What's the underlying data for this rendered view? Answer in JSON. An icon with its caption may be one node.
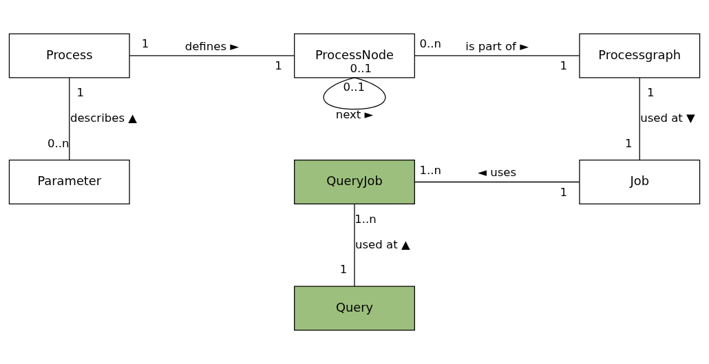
{
  "diagram": {
    "nodes": [
      {
        "text": [
          "Process"
        ]
      },
      {
        "text": [
          "ProcessNode"
        ]
      },
      {
        "text": [
          "Processgraph"
        ]
      },
      {
        "text": [
          "Parameter"
        ]
      },
      {
        "text": [
          "QueryJob"
        ]
      },
      {
        "text": [
          "Job"
        ]
      },
      {
        "text": [
          "Query"
        ]
      }
    ],
    "edges": [
      {
        "from": 0,
        "to": 1,
        "arrow": "none",
        "label": "defines ►"
      },
      {
        "from": 1,
        "to": 2,
        "arrow": "none",
        "label": "is part of ►"
      },
      {
        "from": 1,
        "to": 1,
        "arrow": "none",
        "label": "next ►"
      },
      {
        "from": 0,
        "to": 3,
        "arrow": "none",
        "label": "describes ▲"
      },
      {
        "from": 2,
        "to": 5,
        "arrow": "none",
        "label": "used at ▼"
      },
      {
        "from": 5,
        "to": 4,
        "arrow": "none",
        "label": "◄ uses"
      },
      {
        "from": 4,
        "to": 6,
        "arrow": "none",
        "label": "used at ▲"
      }
    ],
    "labels": [
      "1",
      "1",
      "0..n",
      "1",
      "0..1",
      "0..1",
      "1",
      "0..n",
      "1",
      "1",
      "1",
      "1..n",
      "1..n",
      "1"
    ]
  }
}
